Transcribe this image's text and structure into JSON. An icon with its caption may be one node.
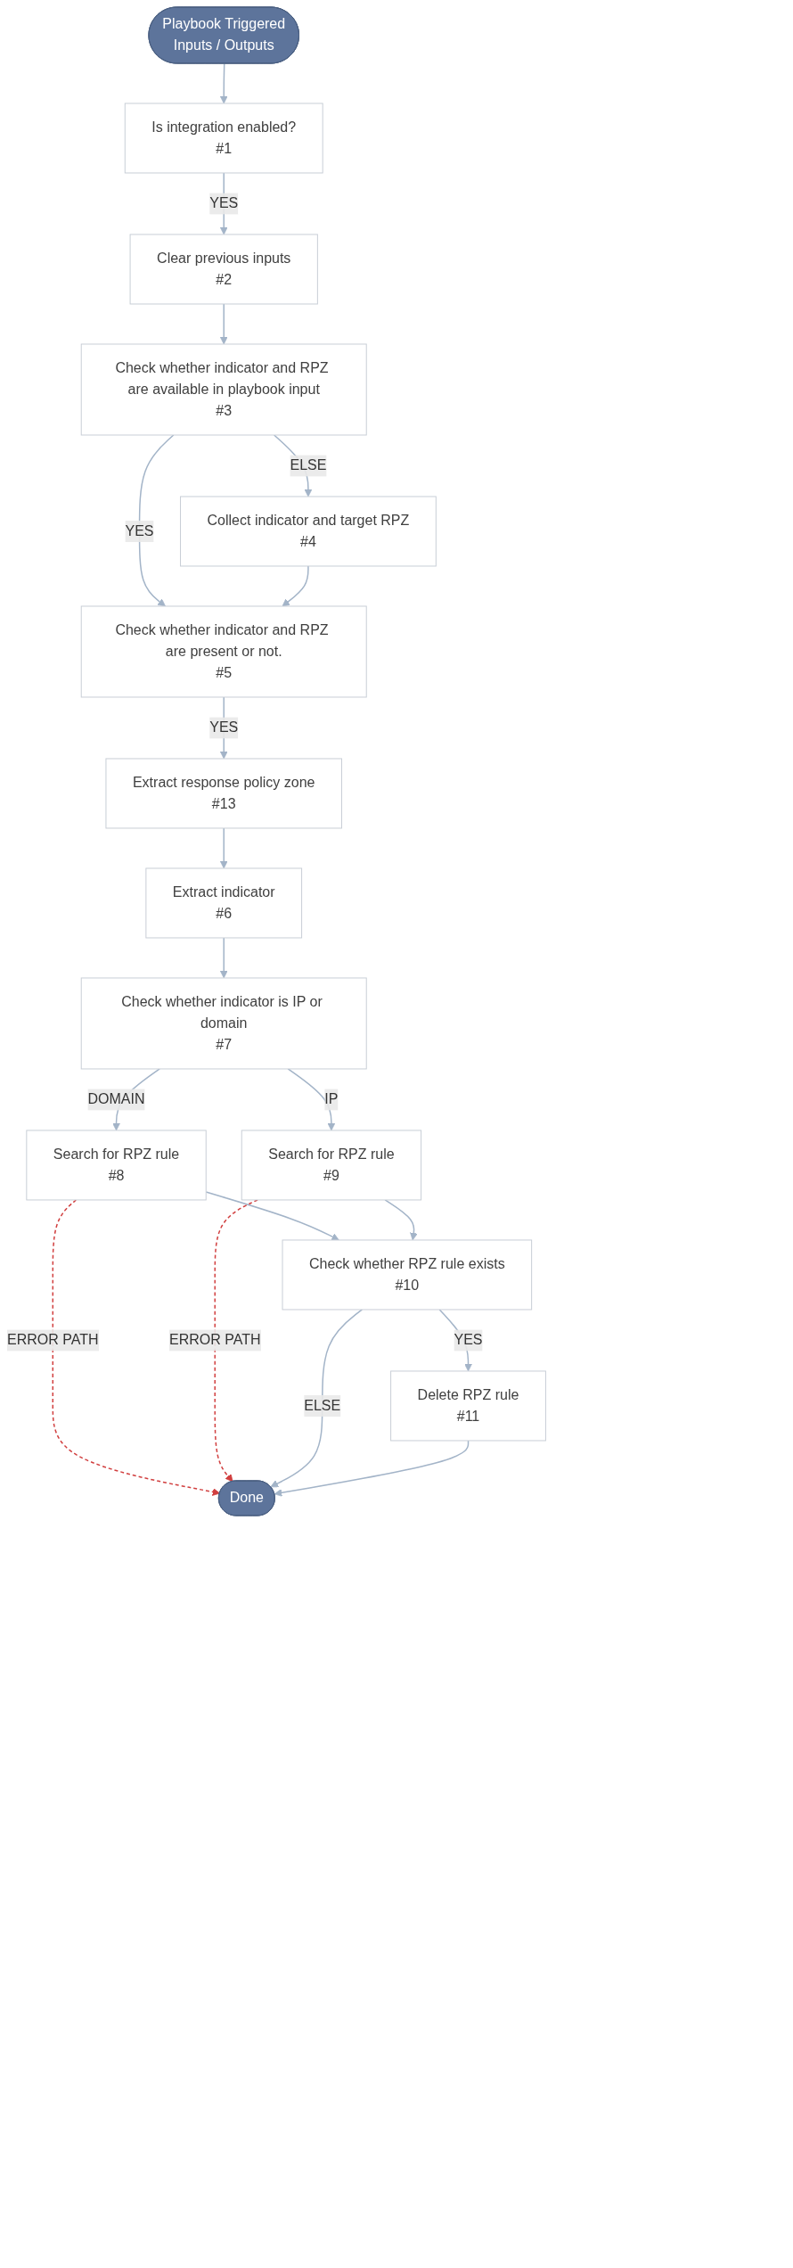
{
  "diagram": {
    "nodes": [
      {
        "text": [
          "Playbook Triggered",
          "Inputs / Outputs"
        ]
      },
      {
        "text": [
          "Is integration enabled?",
          "#1"
        ]
      },
      {
        "text": [
          "Clear previous inputs",
          "#2"
        ]
      },
      {
        "text": [
          "Check whether indicator and RPZ are available in playbook input",
          "#3"
        ]
      },
      {
        "text": [
          "Collect indicator and target RPZ",
          "#4"
        ]
      },
      {
        "text": [
          "Check whether indicator and RPZ are present or not.",
          "#5"
        ]
      },
      {
        "text": [
          "Extract response policy zone",
          "#13"
        ]
      },
      {
        "text": [
          "Extract indicator",
          "#6"
        ]
      },
      {
        "text": [
          "Check whether indicator is IP or domain",
          "#7"
        ]
      },
      {
        "text": [
          "Search for RPZ rule",
          "#8"
        ]
      },
      {
        "text": [
          "Search for RPZ rule",
          "#9"
        ]
      },
      {
        "text": [
          "Check whether RPZ rule exists",
          "#10"
        ]
      },
      {
        "text": [
          "Delete RPZ rule",
          "#11"
        ]
      },
      {
        "text": [
          "Done"
        ]
      }
    ],
    "edges": [
      {
        "from": 0,
        "to": 1,
        "arrow": "to"
      },
      {
        "from": 1,
        "to": 2,
        "arrow": "to",
        "label": "YES"
      },
      {
        "from": 2,
        "to": 3,
        "arrow": "to"
      },
      {
        "from": 3,
        "to": 4,
        "arrow": "to",
        "label": "ELSE"
      },
      {
        "from": 3,
        "to": 5,
        "arrow": "to",
        "label": "YES"
      },
      {
        "from": 4,
        "to": 5,
        "arrow": "to"
      },
      {
        "from": 5,
        "to": 6,
        "arrow": "to",
        "label": "YES"
      },
      {
        "from": 6,
        "to": 7,
        "arrow": "to"
      },
      {
        "from": 7,
        "to": 8,
        "arrow": "to"
      },
      {
        "from": 8,
        "to": 9,
        "arrow": "to",
        "label": "DOMAIN"
      },
      {
        "from": 8,
        "to": 10,
        "arrow": "to",
        "label": "IP"
      },
      {
        "from": 9,
        "to": 11,
        "arrow": "to"
      },
      {
        "from": 10,
        "to": 11,
        "arrow": "to"
      },
      {
        "from": 9,
        "to": 13,
        "arrow": "to",
        "label": "ERROR PATH",
        "style": "dashed",
        "color": "#d13f3f"
      },
      {
        "from": 10,
        "to": 13,
        "arrow": "to",
        "label": "ERROR PATH",
        "style": "dashed",
        "color": "#d13f3f"
      },
      {
        "from": 11,
        "to": 12,
        "arrow": "to",
        "label": "YES"
      },
      {
        "from": 11,
        "to": 13,
        "arrow": "to",
        "label": "ELSE"
      },
      {
        "from": 12,
        "to": 13,
        "arrow": "to"
      }
    ]
  }
}
